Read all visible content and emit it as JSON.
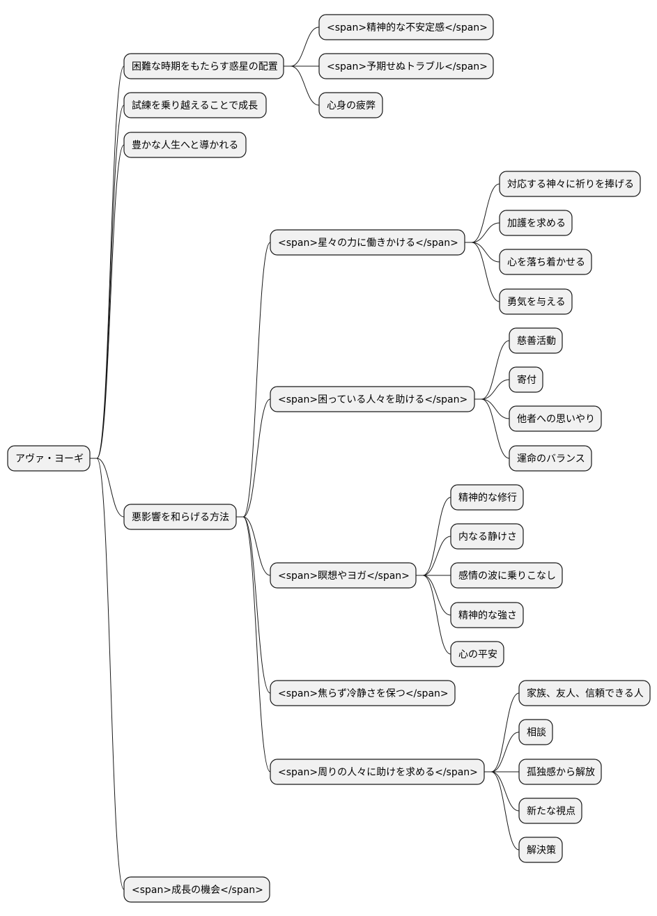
{
  "root": {
    "label": "アヴァ・ヨーギ",
    "children": [
      {
        "label": "困難な時期をもたらす惑星の配置",
        "children": [
          {
            "label": "<span>精神的な不安定感</span>"
          },
          {
            "label": "<span>予期せぬトラブル</span>"
          },
          {
            "label": "心身の疲弊"
          }
        ]
      },
      {
        "label": "試練を乗り越えることで成長"
      },
      {
        "label": "豊かな人生へと導かれる"
      },
      {
        "label": "悪影響を和らげる方法",
        "children": [
          {
            "label": "<span>星々の力に働きかける</span>",
            "children": [
              {
                "label": "対応する神々に祈りを捧げる"
              },
              {
                "label": "加護を求める"
              },
              {
                "label": "心を落ち着かせる"
              },
              {
                "label": "勇気を与える"
              }
            ]
          },
          {
            "label": "<span>困っている人々を助ける</span>",
            "children": [
              {
                "label": "慈善活動"
              },
              {
                "label": "寄付"
              },
              {
                "label": "他者への思いやり"
              },
              {
                "label": "運命のバランス"
              }
            ]
          },
          {
            "label": "<span>瞑想やヨガ</span>",
            "children": [
              {
                "label": "精神的な修行"
              },
              {
                "label": "内なる静けさ"
              },
              {
                "label": "感情の波に乗りこなし"
              },
              {
                "label": "精神的な強さ"
              },
              {
                "label": "心の平安"
              }
            ]
          },
          {
            "label": "<span>焦らず冷静さを保つ</span>"
          },
          {
            "label": "<span>周りの人々に助けを求める</span>",
            "children": [
              {
                "label": "家族、友人、信頼できる人"
              },
              {
                "label": "相談"
              },
              {
                "label": "孤独感から解放"
              },
              {
                "label": "新たな視点"
              },
              {
                "label": "解決策"
              }
            ]
          }
        ]
      },
      {
        "label": "<span>成長の機会</span>"
      }
    ]
  }
}
